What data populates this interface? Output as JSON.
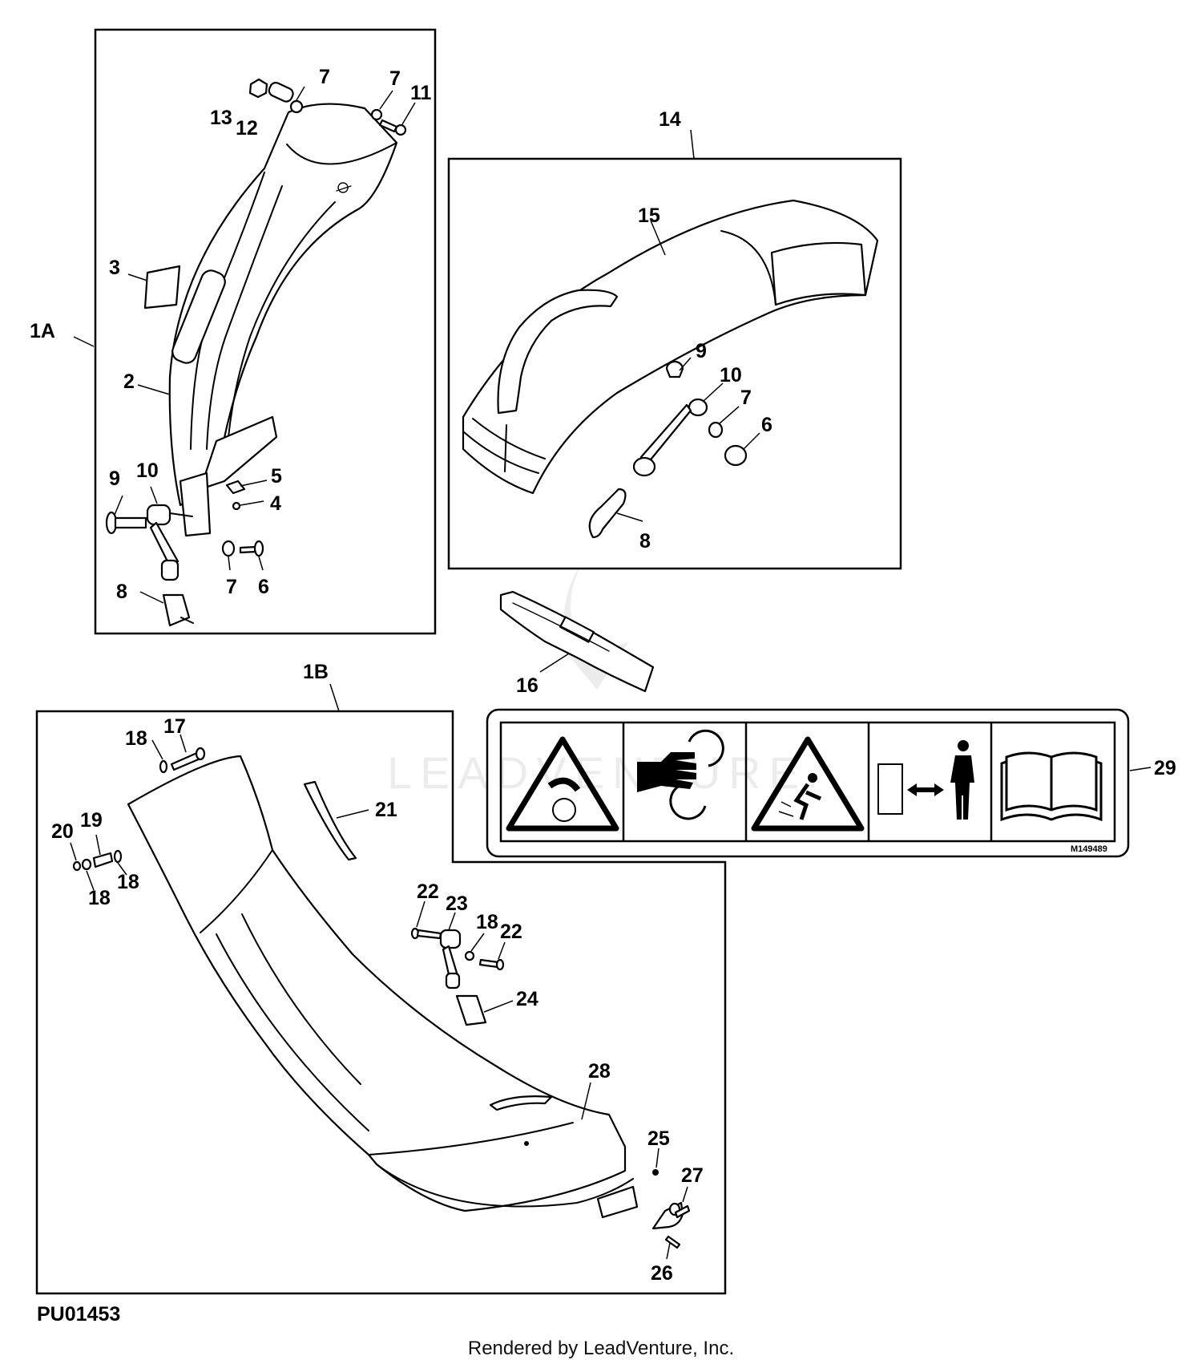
{
  "figure_id": "PU01453",
  "decal_code": "M149489",
  "footer": "Rendered by LeadVenture, Inc.",
  "watermark": "LEADVENTURE",
  "groups": {
    "g1a": "1A",
    "g1b": "1B",
    "g14": "14"
  },
  "callouts": {
    "a2": "2",
    "a3": "3",
    "a4": "4",
    "a5": "5",
    "a6": "6",
    "a7a": "7",
    "a7b": "7",
    "a7c": "7",
    "a8": "8",
    "a9": "9",
    "a10": "10",
    "a11": "11",
    "a12": "12",
    "a13": "13",
    "b6": "6",
    "b7": "7",
    "b8": "8",
    "b9": "9",
    "b10": "10",
    "b15": "15",
    "p16": "16",
    "c17": "17",
    "c18a": "18",
    "c18b": "18",
    "c18c": "18",
    "c18d": "18",
    "c19": "19",
    "c20": "20",
    "c21": "21",
    "c22a": "22",
    "c22b": "22",
    "c23": "23",
    "c24": "24",
    "c25": "25",
    "c26": "26",
    "c27": "27",
    "c28": "28",
    "p29": "29"
  },
  "decal_panels": [
    {
      "icon": "thrown-object-warning-icon"
    },
    {
      "icon": "hand-blade-hazard-icon"
    },
    {
      "icon": "slip-hazard-warning-icon"
    },
    {
      "icon": "keep-distance-icon"
    },
    {
      "icon": "read-manual-icon"
    }
  ]
}
